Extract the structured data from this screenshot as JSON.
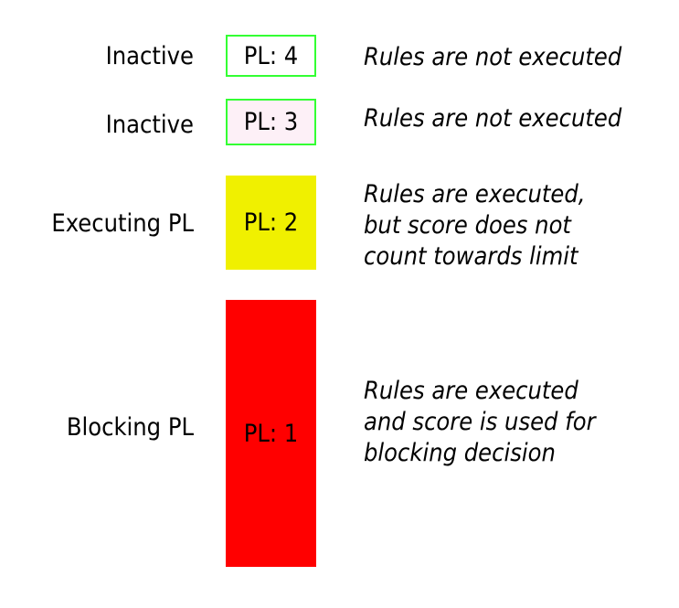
{
  "rows": [
    {
      "label": "Inactive",
      "box_text": "PL: 4",
      "description": "Rules are not executed"
    },
    {
      "label": "Inactive",
      "box_text": "PL: 3",
      "description": "Rules are not executed"
    },
    {
      "label": "Executing PL",
      "box_text": "PL: 2",
      "description": "Rules are executed,\nbut score does not\ncount towards limit"
    },
    {
      "label": "Blocking PL",
      "box_text": "PL: 1",
      "description": "Rules are executed\nand score is used for\nblocking decision"
    }
  ],
  "colors": {
    "background": "#ffffff",
    "text": "#000000",
    "inactive_border_green": "#33ff33",
    "pl4_fill": "#ffffff",
    "pl3_fill": "#fdf0f7",
    "pl2_fill_yellow": "#f0f000",
    "pl1_fill_red": "#ff0000"
  }
}
